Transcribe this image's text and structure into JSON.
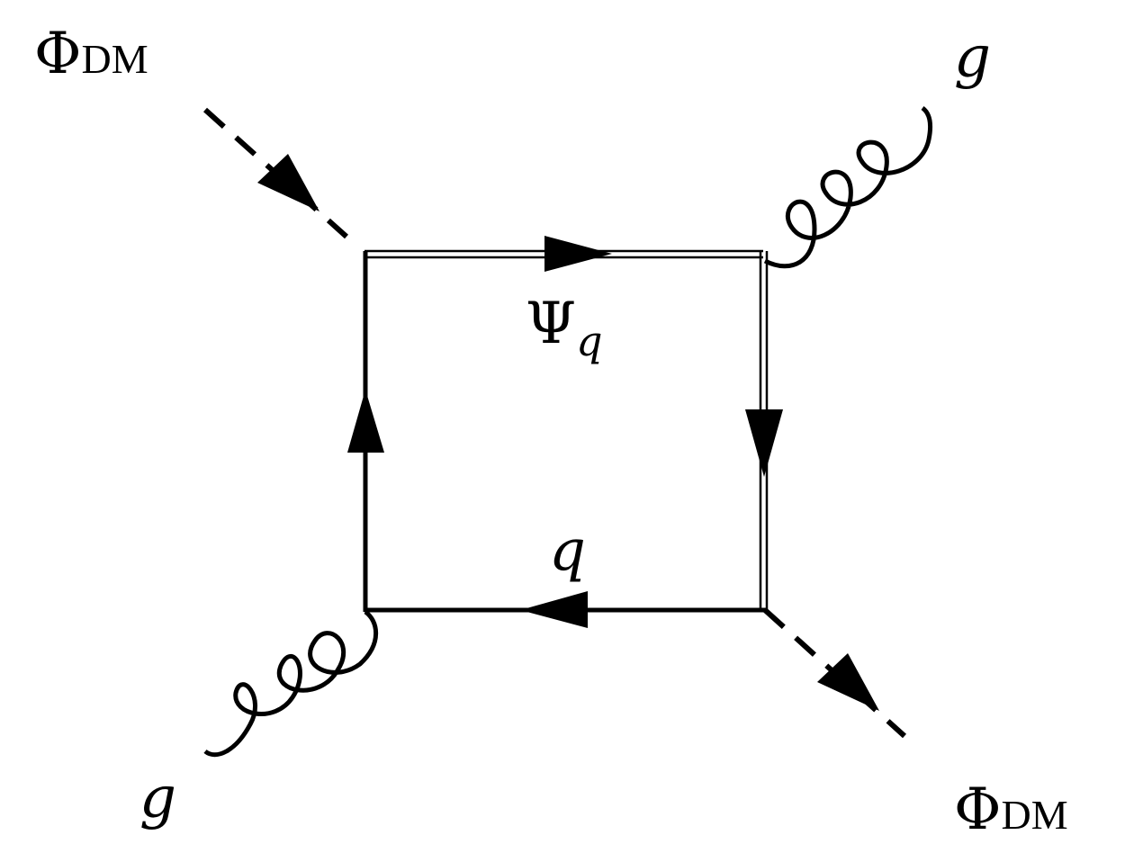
{
  "labels": {
    "phi_in": {
      "symbol": "Φ",
      "subscript": "DM"
    },
    "phi_out": {
      "symbol": "Φ",
      "subscript": "DM"
    },
    "gluon_in": "g",
    "gluon_out": "g",
    "mediator": {
      "symbol": "Ψ",
      "subscript": "q"
    },
    "quark": "q"
  },
  "colors": {
    "line": "#000000",
    "background": "#ffffff"
  }
}
